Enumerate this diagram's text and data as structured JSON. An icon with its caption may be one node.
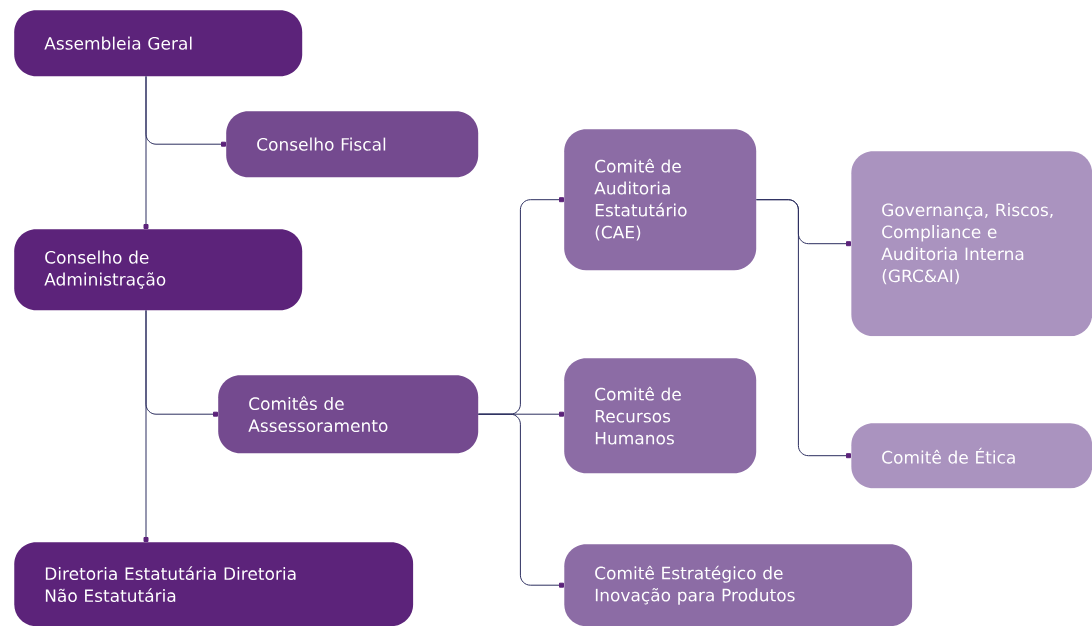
{
  "diagram": {
    "nodes": [
      {
        "text": [
          "Assembleia Geral"
        ]
      },
      {
        "text": [
          "Conselho Fiscal"
        ]
      },
      {
        "text": [
          "Conselho de Administração"
        ]
      },
      {
        "text": [
          "Comitês de Assessoramento"
        ]
      },
      {
        "text": [
          "Diretoria Estatutária Diretoria Não Estatutária"
        ]
      },
      {
        "text": [
          "Comitê de Auditoria Estatutário (CAE)"
        ]
      },
      {
        "text": [
          "Comitê de Recursos Humanos"
        ]
      },
      {
        "text": [
          "Comitê Estratégico de Inovação para Produtos"
        ]
      },
      {
        "text": [
          "Governança, Riscos, Compliance e Auditoria Interna (GRC&AI)"
        ]
      },
      {
        "text": [
          "Comitê de Ética"
        ]
      }
    ],
    "edges": [
      {
        "from": 0,
        "to": 1,
        "arrow": "other"
      },
      {
        "from": 0,
        "to": 2,
        "arrow": "other"
      },
      {
        "from": 2,
        "to": 3,
        "arrow": "other"
      },
      {
        "from": 2,
        "to": 4,
        "arrow": "other"
      },
      {
        "from": 3,
        "to": 5,
        "arrow": "other"
      },
      {
        "from": 3,
        "to": 6,
        "arrow": "other"
      },
      {
        "from": 3,
        "to": 7,
        "arrow": "other"
      },
      {
        "from": 5,
        "to": 8,
        "arrow": "other"
      },
      {
        "from": 5,
        "to": 9,
        "arrow": "other"
      }
    ]
  }
}
